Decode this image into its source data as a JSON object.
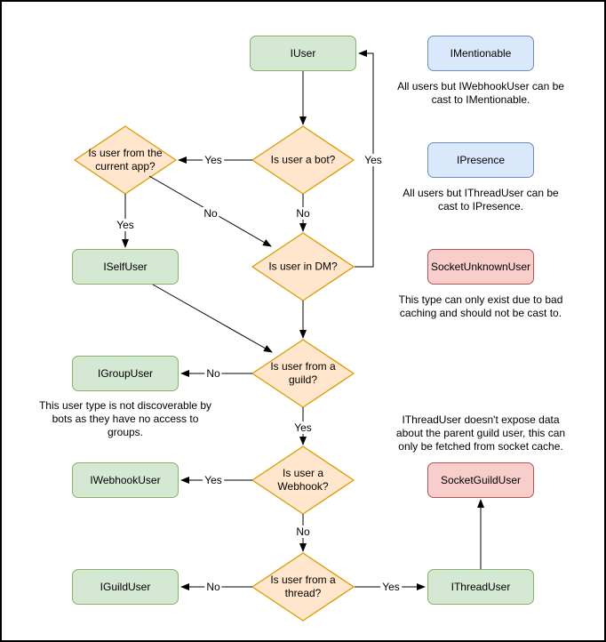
{
  "diagram": {
    "nodes": {
      "iuser": "IUser",
      "imentionable": "IMentionable",
      "ipresence": "IPresence",
      "iselfuser": "ISelfUser",
      "socketunknownuser": "SocketUnknownUser",
      "igroupuser": "IGroupUser",
      "iwebhookuser": "IWebhookUser",
      "socketguilduser": "SocketGuildUser",
      "iguilduser": "IGuildUser",
      "ithreaduser": "IThreadUser"
    },
    "decisions": {
      "is_bot": "Is user a bot?",
      "is_current_app": "Is user from the current app?",
      "is_dm": "Is user in DM?",
      "is_guild": "Is user from a guild?",
      "is_webhook": "Is user a Webhook?",
      "is_thread": "Is user from a thread?"
    },
    "edge_labels": {
      "bot_yes": "Yes",
      "bot_no": "No",
      "current_app_yes": "Yes",
      "current_app_no": "No",
      "dm_yes": "Yes",
      "guild_no": "No",
      "guild_yes": "Yes",
      "webhook_yes": "Yes",
      "webhook_no": "No",
      "thread_no": "No",
      "thread_yes": "Yes"
    },
    "notes": {
      "imentionable": [
        "All users but IWebhookUser can be",
        "cast to IMentionable."
      ],
      "ipresence": [
        "All users but IThreadUser can be",
        "cast to IPresence."
      ],
      "socketunknownuser": [
        "This type can only exist due to bad",
        "caching and should not be cast to."
      ],
      "igroupuser": [
        "This user type is not discoverable by",
        "bots as they have no access to",
        "groups."
      ],
      "ithreaduser": [
        "IThreadUser doesn't expose data",
        "about the parent guild user, this can",
        "only be fetched from socket cache."
      ]
    },
    "colors": {
      "interface_fill": "#d5e8d4",
      "interface_stroke": "#82b366",
      "castable_fill": "#dae8fc",
      "castable_stroke": "#6c8ebf",
      "decision_fill": "#ffe6cc",
      "decision_stroke": "#d79b00",
      "socket_fill": "#f8cecc",
      "socket_stroke": "#b85450",
      "edge": "#000000"
    }
  }
}
